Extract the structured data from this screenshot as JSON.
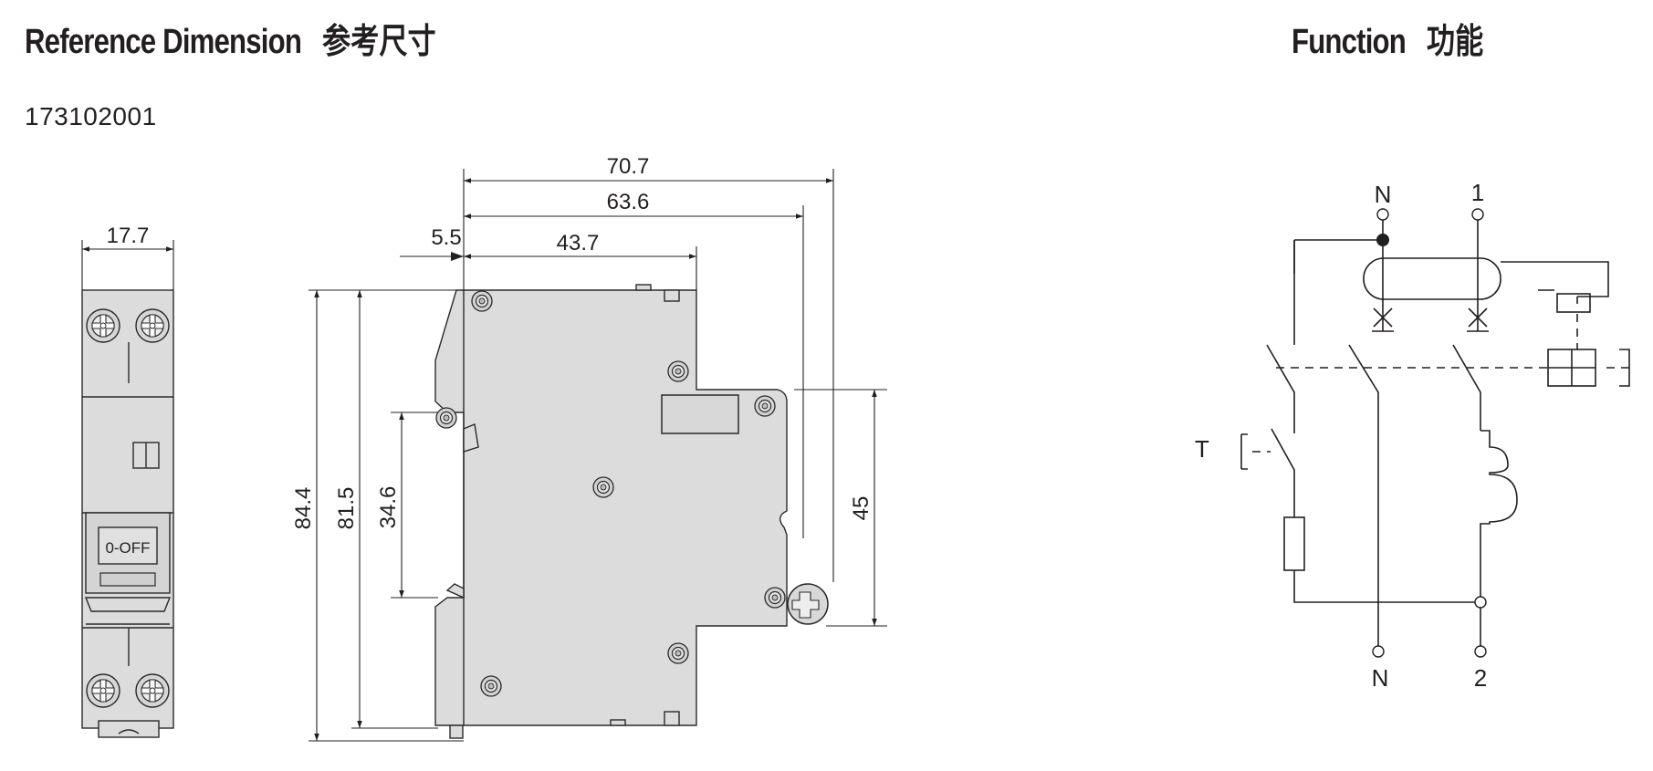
{
  "reference": {
    "title_en": "Reference Dimension",
    "title_cn": "参考尺寸",
    "part_number": "173102001"
  },
  "function": {
    "title_en": "Function",
    "title_cn": "功能"
  },
  "front_view": {
    "width_dim": "17.7",
    "handle_label": "0-OFF"
  },
  "side_view": {
    "dims": {
      "overall_depth": "70.7",
      "depth_2": "63.6",
      "depth_3": "43.7",
      "offset": "5.5",
      "overall_height": "84.4",
      "height_2": "81.5",
      "rail_height": "34.6",
      "front_height": "45"
    }
  },
  "schematic": {
    "terminal_top_n": "N",
    "terminal_top_1": "1",
    "terminal_bottom_n": "N",
    "terminal_bottom_2": "2",
    "test_label": "T"
  }
}
